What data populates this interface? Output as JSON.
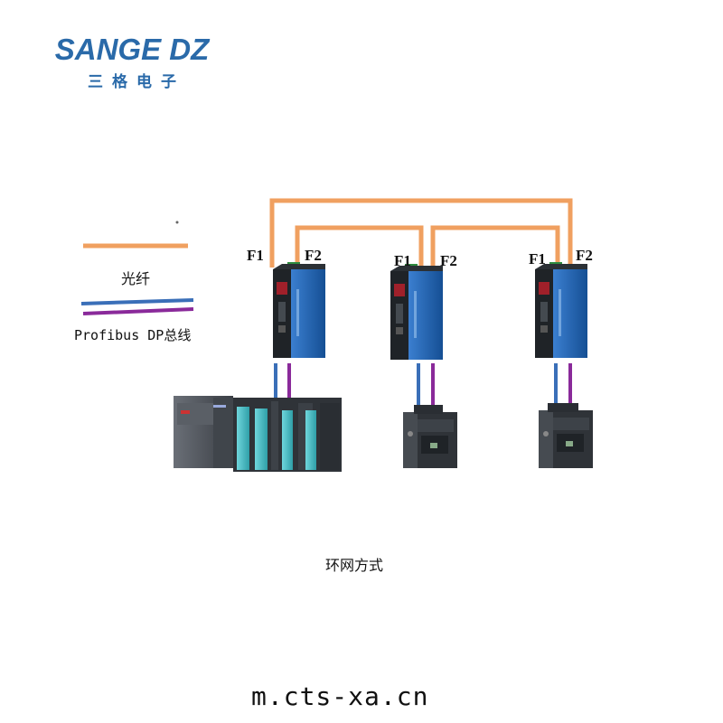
{
  "brand": {
    "name_en": "SANGE DZ",
    "name_cn": "三格电子"
  },
  "legend": {
    "fiber_label": "光纤",
    "dp_label": "Profibus DP总线"
  },
  "ports": {
    "f1": "F1",
    "f2": "F2"
  },
  "caption": "环网方式",
  "website": "m.cts-xa.cn",
  "colors": {
    "fiber": "#f0a060",
    "dp_blue": "#3a6fb8",
    "dp_purple": "#8a2a9a",
    "module_blue": "#1e5fa8",
    "module_dark": "#1e2226",
    "plc_gray": "#4a4e55",
    "plc_teal": "#4ac0c8"
  }
}
